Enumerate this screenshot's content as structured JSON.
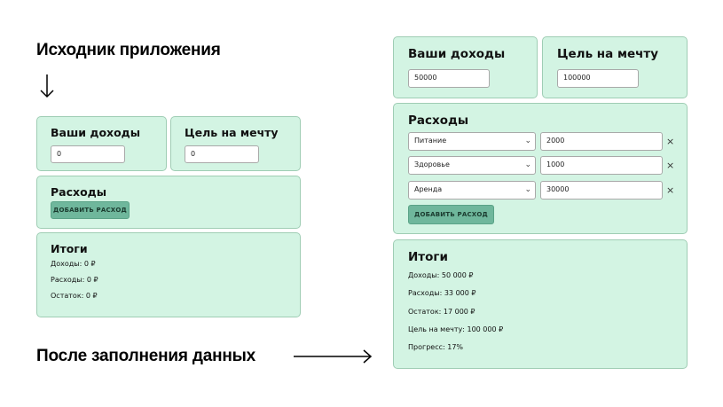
{
  "labels": {
    "original_app": "Исходник приложения",
    "after_fill": "После заполнения данных"
  },
  "before": {
    "income": {
      "title": "Ваши доходы",
      "value": "0"
    },
    "goal": {
      "title": "Цель на мечту",
      "value": "0"
    },
    "expenses": {
      "title": "Расходы",
      "add_button": "ДОБАВИТЬ РАСХОД"
    },
    "totals": {
      "title": "Итоги",
      "income": "Доходы: 0 ₽",
      "expenses": "Расходы: 0 ₽",
      "remainder": "Остаток: 0 ₽"
    }
  },
  "after": {
    "income": {
      "title": "Ваши доходы",
      "value": "50000"
    },
    "goal": {
      "title": "Цель на мечту",
      "value": "100000"
    },
    "expenses": {
      "title": "Расходы",
      "rows": [
        {
          "category": "Питание",
          "amount": "2000",
          "remove": "×"
        },
        {
          "category": "Здоровье",
          "amount": "1000",
          "remove": "×"
        },
        {
          "category": "Аренда",
          "amount": "30000",
          "remove": "×"
        }
      ],
      "add_button": "ДОБАВИТЬ РАСХОД"
    },
    "totals": {
      "title": "Итоги",
      "income": "Доходы: 50 000 ₽",
      "expenses": "Расходы: 33 000 ₽",
      "remainder": "Остаток: 17 000 ₽",
      "goal": "Цель на мечту: 100 000 ₽",
      "progress": "Прогресс: 17%"
    }
  },
  "icons": {
    "dropdown": "chevron-down-icon",
    "remove": "close-icon",
    "arrow_down": "arrow-down-icon",
    "arrow_right": "arrow-right-icon"
  },
  "colors": {
    "card_bg": "#d3f4e3",
    "card_border": "#9fcdb4",
    "button_bg": "#6fb79c"
  }
}
